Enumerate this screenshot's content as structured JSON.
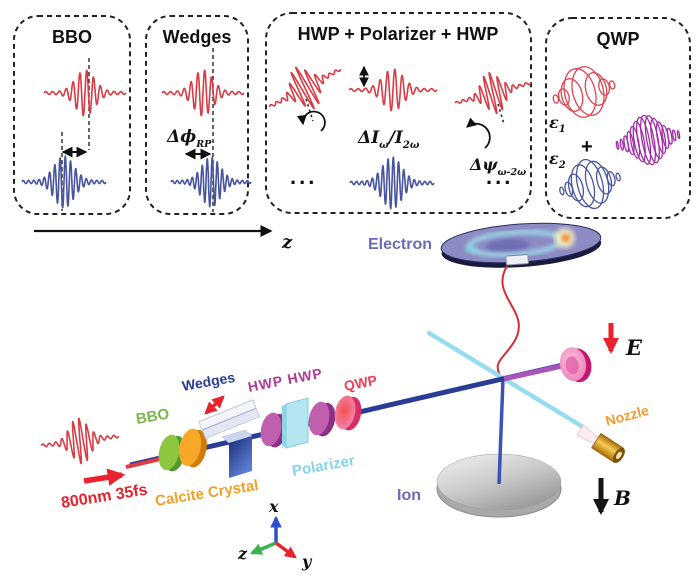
{
  "boxes": {
    "bbo": {
      "title": "BBO"
    },
    "wedges": {
      "title": "Wedges",
      "phase": "Δϕ",
      "phase_sub": "RP"
    },
    "hwp_block": {
      "title": "HWP + Polarizer + HWP",
      "intensity": "ΔI",
      "intensity_sub": "ω",
      "intensity_slash": "/I",
      "intensity_sub2": "2ω",
      "psi": "Δψ",
      "psi_sub": "ω-2ω",
      "dots_left": "...",
      "dots_right": "..."
    },
    "qwp": {
      "title": "QWP",
      "eps1": "ε",
      "eps1_sub": "1",
      "plus": "+",
      "eps2": "ε",
      "eps2_sub": "2"
    }
  },
  "z_axis": {
    "label": "z"
  },
  "setup": {
    "pulse_label": "800nm 35fs",
    "bbo": "BBO",
    "wedges": "Wedges",
    "calcite": "Calcite Crystal",
    "hwp": "HWP HWP",
    "polarizer": "Polarizer",
    "qwp": "QWP",
    "electron": "Electron",
    "ion": "Ion",
    "nozzle": "Nozzle",
    "e_field": "E",
    "b_field": "B",
    "axes": {
      "x": "x",
      "y": "y",
      "z": "z"
    }
  },
  "colors": {
    "red": "#d93a43",
    "blue": "#47549f",
    "helix_red": "#e0424e",
    "helix_purple": "#a12ba8",
    "navy_beam": "#2b3c96",
    "vertical_beam": "#3d52b8",
    "cyan_beam": "#97dcee",
    "magenta_beam": "#aa55bb",
    "green": "#7ab648",
    "orange": "#f0a028",
    "hwp_magenta": "#b03898",
    "qwp_red": "#ee3d55",
    "polarizer_cyan": "#85d4ea",
    "label_slate": "#6a6cb8",
    "nozzle_orange": "#f59a2e",
    "field_red": "#e8232e",
    "axis_blue": "#3050c8",
    "axis_green": "#38b44a"
  }
}
